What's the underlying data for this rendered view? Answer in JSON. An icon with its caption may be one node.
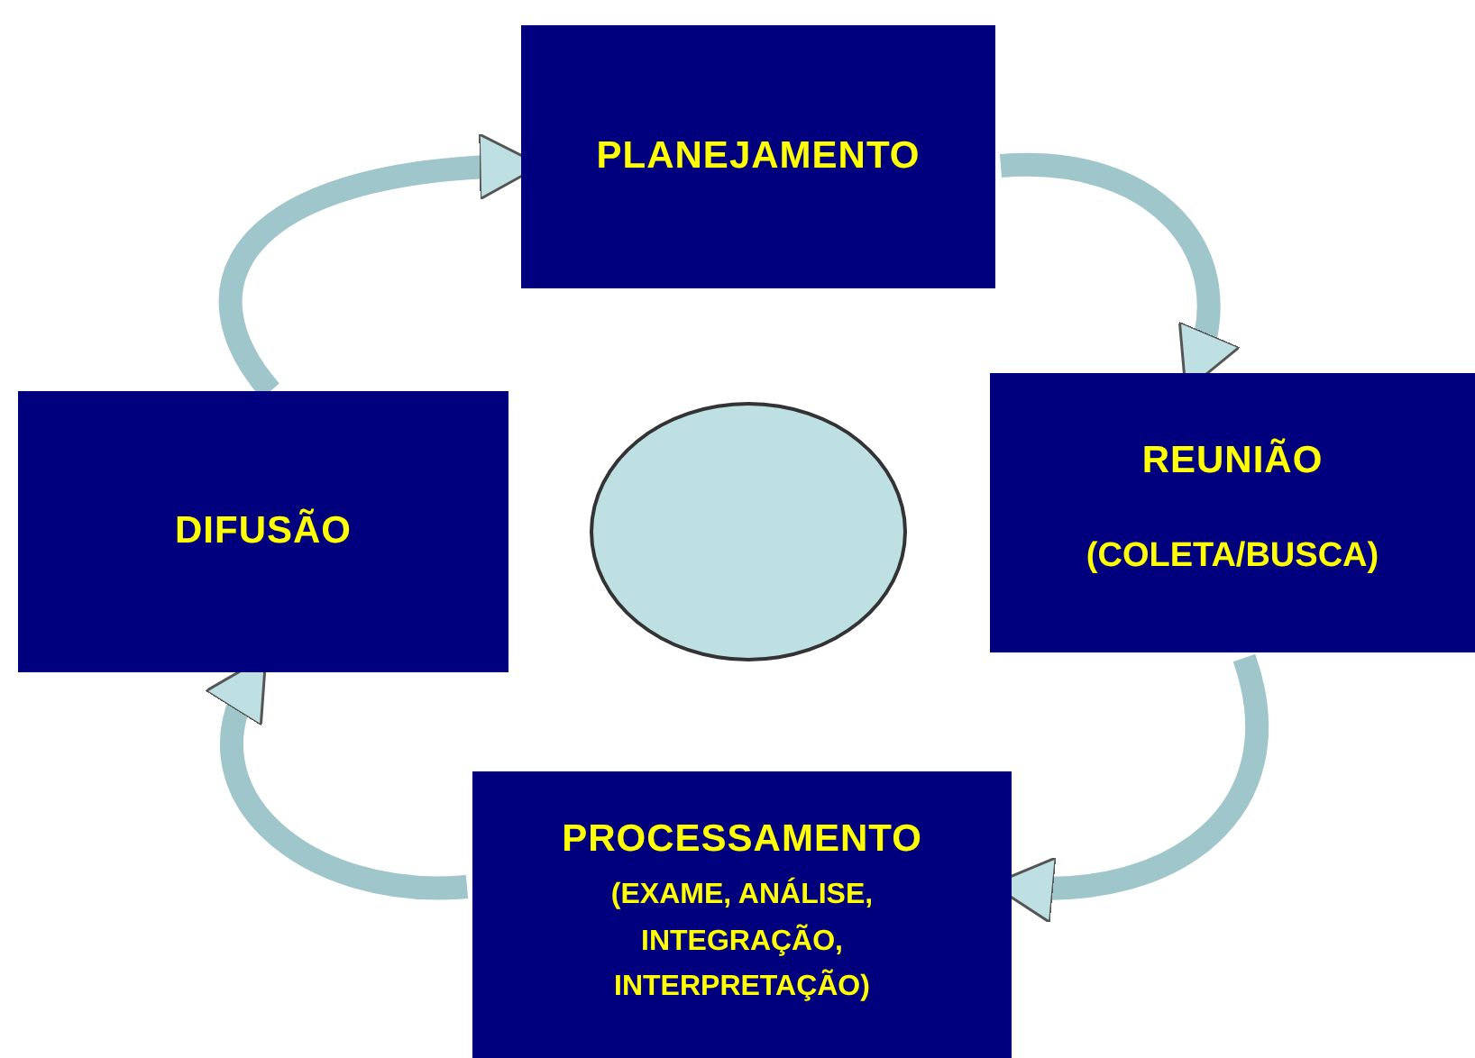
{
  "diagram": {
    "nodes": [
      {
        "text": [
          "PLANEJAMENTO"
        ]
      },
      {
        "text": [
          "REUNIÃO",
          "(COLETA/BUSCA)"
        ]
      },
      {
        "text": [
          "PROCESSAMENTO",
          "(EXAME, ANÁLISE, INTEGRAÇÃO, INTERPRETAÇÃO)"
        ]
      },
      {
        "text": [
          "DIFUSÃO"
        ]
      },
      {
        "text": [],
        "shape": "circle"
      }
    ],
    "edges": [
      {
        "from": 3,
        "to": 0,
        "arrow": "to"
      },
      {
        "from": 0,
        "to": 1,
        "arrow": "to"
      },
      {
        "from": 1,
        "to": 2,
        "arrow": "to"
      },
      {
        "from": 2,
        "to": 3,
        "arrow": "to"
      }
    ]
  }
}
